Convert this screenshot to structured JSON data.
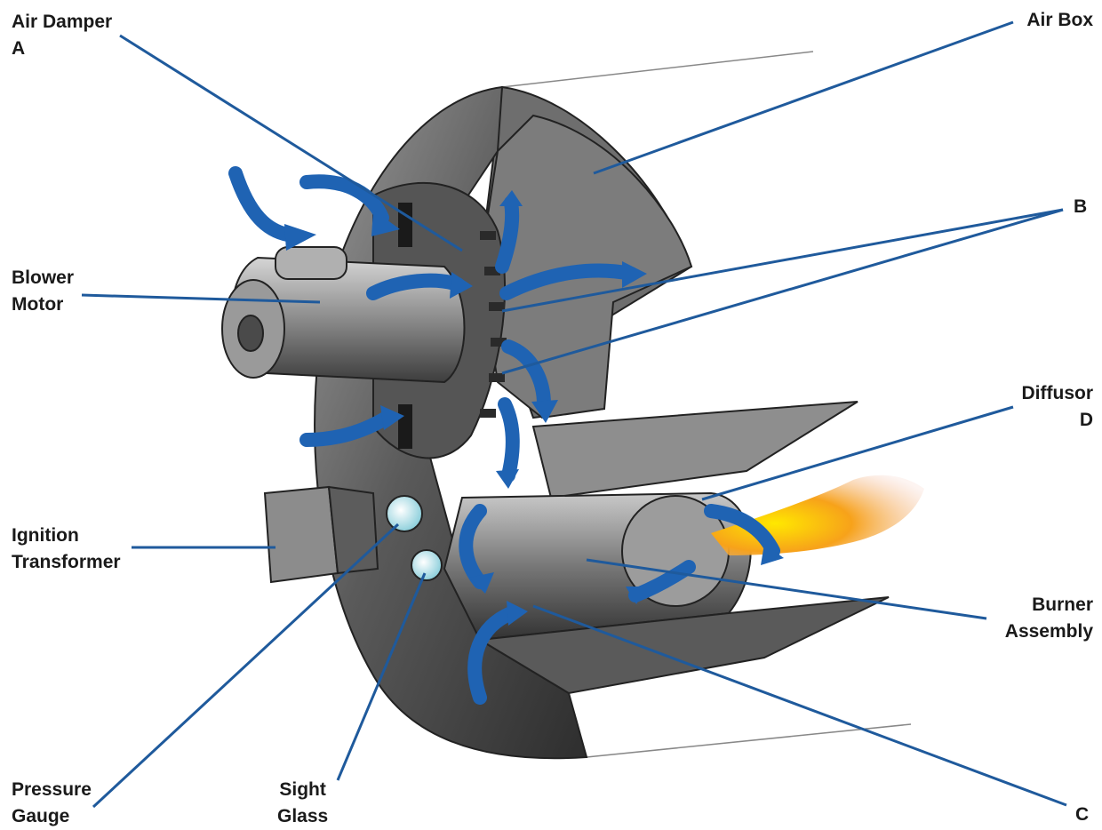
{
  "colors": {
    "leader_line": "#1f5a9c",
    "airflow_arrow": "#1f63b3",
    "housing_dark": "#3a3a3a",
    "housing_mid": "#7a7a7a",
    "housing_light": "#cfcfcf",
    "flame": "#f7b21a",
    "gauge": "#bfe8ee",
    "text": "#1a1a1a"
  },
  "labels": {
    "air_damper": [
      "Air Damper",
      "A"
    ],
    "air_box": [
      "Air Box"
    ],
    "b": [
      "B"
    ],
    "blower_motor": [
      "Blower",
      "Motor"
    ],
    "diffusor": [
      "Diffusor",
      "D"
    ],
    "ignition_transformer": [
      "Ignition",
      "Transformer"
    ],
    "burner_assembly": [
      "Burner",
      "Assembly"
    ],
    "pressure_gauge": [
      "Pressure",
      "Gauge"
    ],
    "sight_glass": [
      "Sight",
      "Glass"
    ],
    "c": [
      "C"
    ]
  }
}
